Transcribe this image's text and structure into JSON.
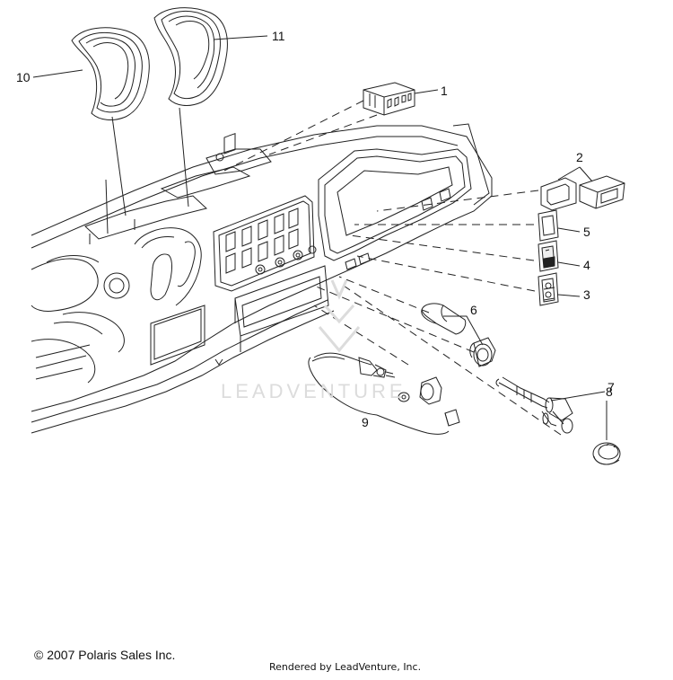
{
  "callouts": [
    {
      "id": "1",
      "label": "1"
    },
    {
      "id": "2",
      "label": "2"
    },
    {
      "id": "3",
      "label": "3"
    },
    {
      "id": "4",
      "label": "4"
    },
    {
      "id": "5",
      "label": "5"
    },
    {
      "id": "6",
      "label": "6"
    },
    {
      "id": "7",
      "label": "7"
    },
    {
      "id": "8",
      "label": "8"
    },
    {
      "id": "9",
      "label": "9"
    },
    {
      "id": "10",
      "label": "10"
    },
    {
      "id": "11",
      "label": "11"
    }
  ],
  "watermark": "LEADVENTURE",
  "footer": {
    "copyright": "© 2007 Polaris Sales Inc.",
    "rendered_by": "Rendered by LeadVenture, Inc."
  },
  "colors": {
    "line": "#222222",
    "watermark": "#dcdcdc",
    "background": "#ffffff"
  }
}
